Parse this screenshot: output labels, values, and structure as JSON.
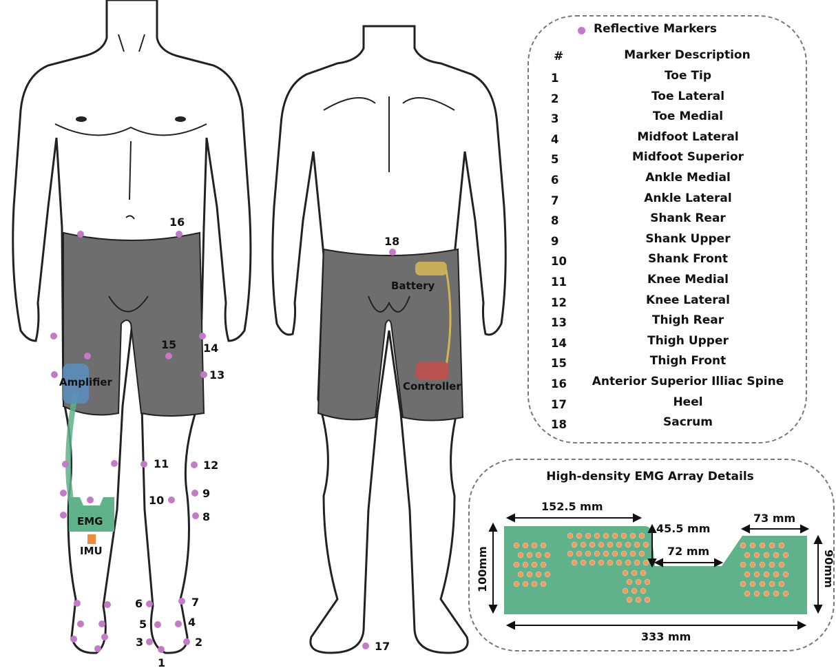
{
  "legend": {
    "title": "Reflective Markers",
    "dot_color": "#c47ac7"
  },
  "marker_table": {
    "col_num": "#",
    "col_desc": "Marker Description",
    "rows": [
      {
        "num": "1",
        "desc": "Toe Tip"
      },
      {
        "num": "2",
        "desc": "Toe Lateral"
      },
      {
        "num": "3",
        "desc": "Toe Medial"
      },
      {
        "num": "4",
        "desc": "Midfoot Lateral"
      },
      {
        "num": "5",
        "desc": "Midfoot Superior"
      },
      {
        "num": "6",
        "desc": "Ankle Medial"
      },
      {
        "num": "7",
        "desc": "Ankle Lateral"
      },
      {
        "num": "8",
        "desc": "Shank Rear"
      },
      {
        "num": "9",
        "desc": "Shank Upper"
      },
      {
        "num": "10",
        "desc": "Shank Front"
      },
      {
        "num": "11",
        "desc": "Knee Medial"
      },
      {
        "num": "12",
        "desc": "Knee Lateral"
      },
      {
        "num": "13",
        "desc": "Thigh Rear"
      },
      {
        "num": "14",
        "desc": "Thigh Upper"
      },
      {
        "num": "15",
        "desc": "Thigh Front"
      },
      {
        "num": "16",
        "desc": "Anterior Superior Illiac Spine"
      },
      {
        "num": "17",
        "desc": "Heel"
      },
      {
        "num": "18",
        "desc": "Sacrum"
      }
    ]
  },
  "devices": {
    "amplifier": "Amplifier",
    "emg": "EMG",
    "imu": "IMU",
    "battery": "Battery",
    "controller": "Controller"
  },
  "front_marker_labels": [
    "16",
    "15",
    "14",
    "13",
    "11",
    "12",
    "10",
    "9",
    "8",
    "7",
    "6",
    "5",
    "4",
    "3",
    "2",
    "1"
  ],
  "back_marker_labels": [
    "18",
    "17"
  ],
  "emg_array": {
    "title": "High-density EMG Array Details",
    "dims": {
      "length_left": "152.5 mm",
      "length_right": "73 mm",
      "step_depth": "45.5 mm",
      "notch_width": "72 mm",
      "height_left": "100mm",
      "height_right": "90mm",
      "total_length": "333 mm"
    }
  },
  "colors": {
    "shorts": "#6e6e6e",
    "marker": "#c47ac7",
    "amplifier": "#5b8fc0",
    "emg": "#5fb28a",
    "imu": "#f08a3c",
    "battery": "#d3b556",
    "controller": "#c0504d",
    "electrode": "#f29a5b"
  }
}
